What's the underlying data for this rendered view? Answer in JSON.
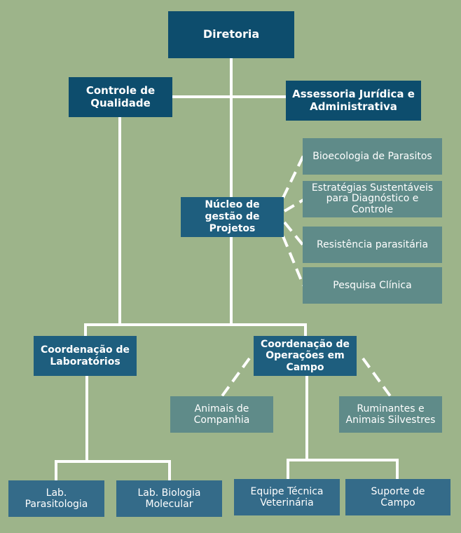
{
  "diretoria": "Diretoria",
  "controle": "Controle de Qualidade",
  "assessoria": "Assessoria Jurídica e Administrativa",
  "nucleo": "Núcleo de gestão de Projetos",
  "projetos": [
    "Bioecologia de Parasitos",
    "Estratégias Sustentáveis para Diagnóstico e Controle",
    "Resistência parasitária",
    "Pesquisa Clínica"
  ],
  "coord_lab": "Coordenação de Laboratórios",
  "coord_campo": "Coordenação de Operações em Campo",
  "animais_companhia": "Animais de Companhia",
  "ruminantes": "Ruminantes e Animais Silvestres",
  "lab_parasitologia": "Lab. Parasitologia",
  "lab_biologia": "Lab. Biologia Molecular",
  "equipe_tecnica": "Equipe Técnica Veterinária",
  "suporte_campo": "Suporte de Campo"
}
